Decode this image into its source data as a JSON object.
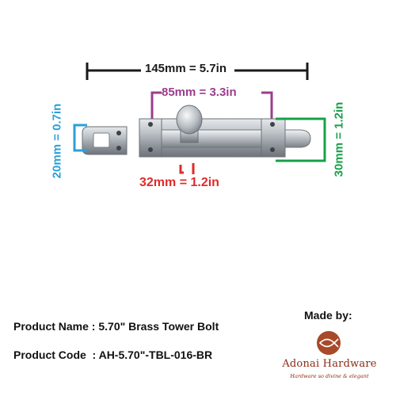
{
  "dimensions": {
    "width_label": "145mm = 5.7in",
    "hole_gap_label": "85mm = 3.3in",
    "knob_label": "32mm = 1.2in",
    "left_height_label": "20mm = 0.7in",
    "right_height_label": "30mm = 1.2in",
    "colors": {
      "width": "#1a1a1a",
      "hole_gap": "#9b3d8c",
      "knob": "#e02a2a",
      "left_height": "#2aa0d8",
      "right_height": "#18a04a"
    }
  },
  "product": {
    "name_line": "Product Name : 5.70\" Brass Tower Bolt",
    "code_line": "Product Code  : AH-5.70\"-TBL-016-BR"
  },
  "maker": {
    "made_by_label": "Made by:",
    "brand_name": "Adonai Hardware",
    "tagline": "Hardware so divine & elegant",
    "brand_color": "#8b2a14",
    "logo_icon": "fish-circle-icon"
  }
}
